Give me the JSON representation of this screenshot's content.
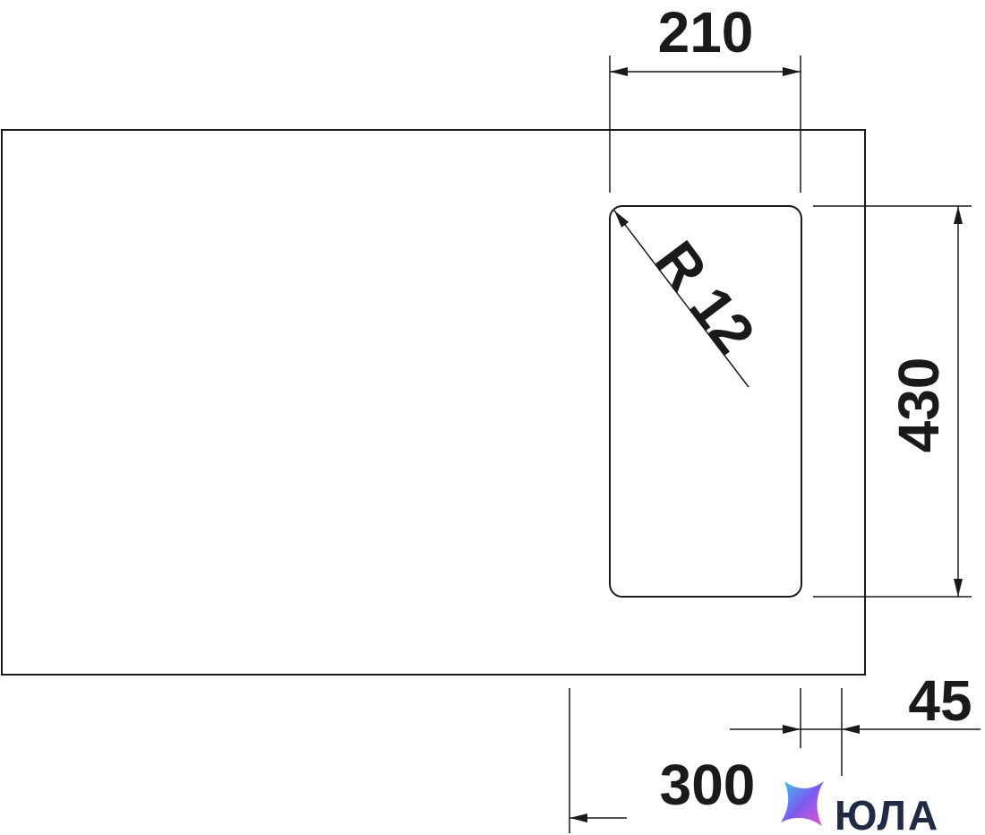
{
  "dimensions": {
    "width": "210",
    "height": "430",
    "radius": "R 12",
    "edge_offset": "45",
    "cabinet": "300"
  },
  "logo": {
    "text": "ЮЛА",
    "icon": "star-sparkle-icon",
    "gradient": [
      "#38c6f4",
      "#7b5cf0",
      "#e84fd1"
    ]
  },
  "colors": {
    "line": "#1a1a1a",
    "background": "#ffffff"
  }
}
